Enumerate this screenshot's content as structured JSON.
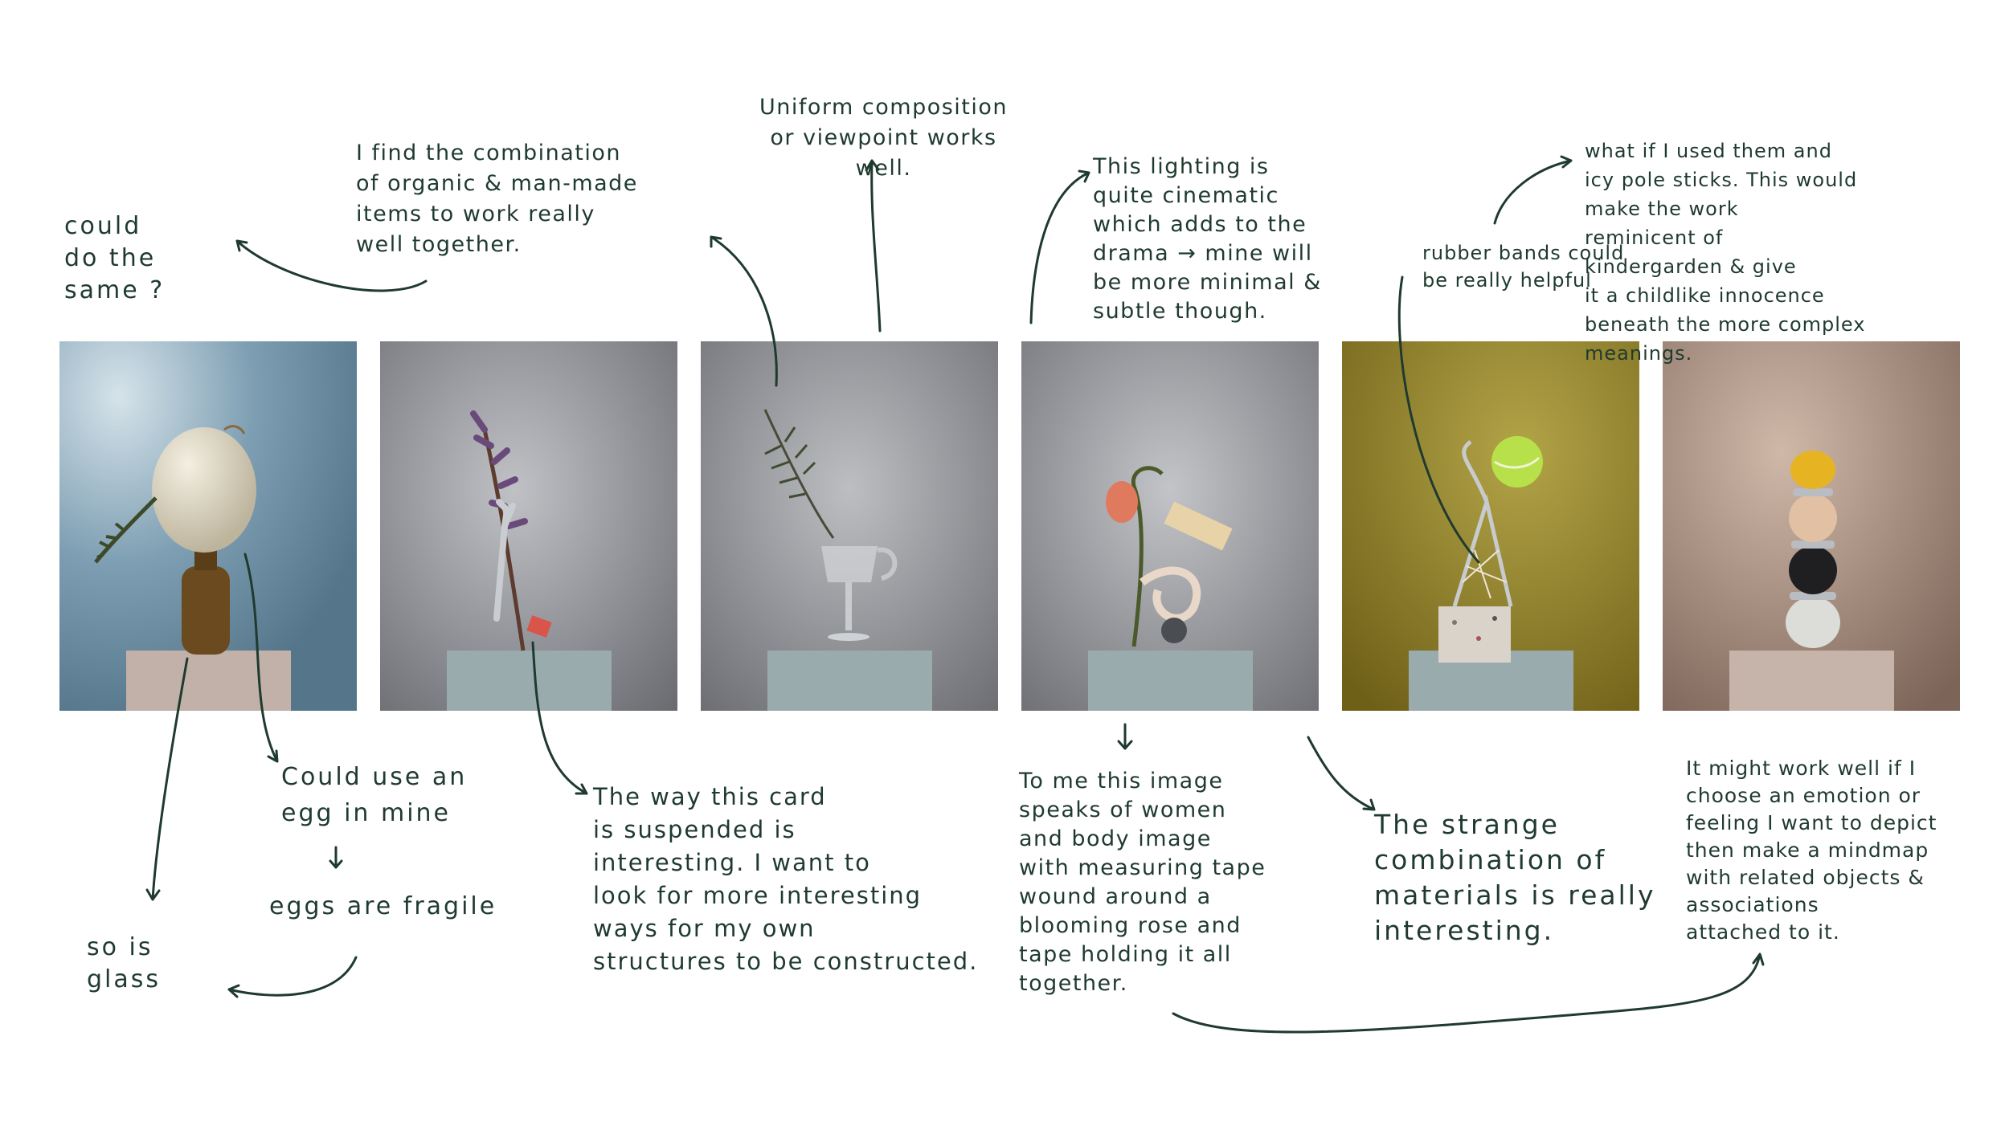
{
  "annotations": {
    "could_do_same": "could\ndo the\nsame ?",
    "find_combination": "I find the combination\nof organic & man-made\nitems to work really\nwell together.",
    "uniform_composition": "Uniform composition\nor viewpoint works\nwell.",
    "lighting": "This lighting is\nquite cinematic\nwhich adds to the\ndrama → mine will\nbe more minimal &\nsubtle though.",
    "rubber_bands": "rubber bands could\nbe really helpful",
    "what_if": "what if I used them and\nicy pole sticks. This would\nmake the work\nreminicent of\nkindergarden & give\nit a childlike innocence\nbeneath the more complex\nmeanings.",
    "could_use_egg": "Could use an\negg in mine",
    "eggs_fragile": "eggs are fragile",
    "so_is_glass": "so is\nglass",
    "card_suspended": "The way this card\nis suspended is\ninteresting. I want to\nlook for more interesting\nways for my own\nstructures to be constructed.",
    "to_me": "To me this image\nspeaks of women\nand body image\nwith measuring tape\nwound around a\nblooming rose and\ntape holding it all\ntogether.",
    "strange_combination": "The strange\ncombination of\nmaterials is really\ninteresting.",
    "might_work": "It might work well if I\nchoose an emotion or\nfeeling I want to depict\nthen make a mindmap\nwith related objects &\nassociations\nattached to it."
  },
  "photos": [
    {
      "id": "photo-egg-vase",
      "background": "#7c9db1"
    },
    {
      "id": "photo-fork-plant",
      "background": "#8b8d92"
    },
    {
      "id": "photo-glass-feather",
      "background": "#8a8b8f"
    },
    {
      "id": "photo-rose-tape",
      "background": "#909196"
    },
    {
      "id": "photo-scissors-ball",
      "background": "#8f7f2b"
    },
    {
      "id": "photo-stacked-spheres",
      "background": "#a08878"
    }
  ],
  "colors": {
    "ink": "#1f3a2e",
    "pedestal": "#9fb0b1",
    "background": "#ffffff"
  }
}
